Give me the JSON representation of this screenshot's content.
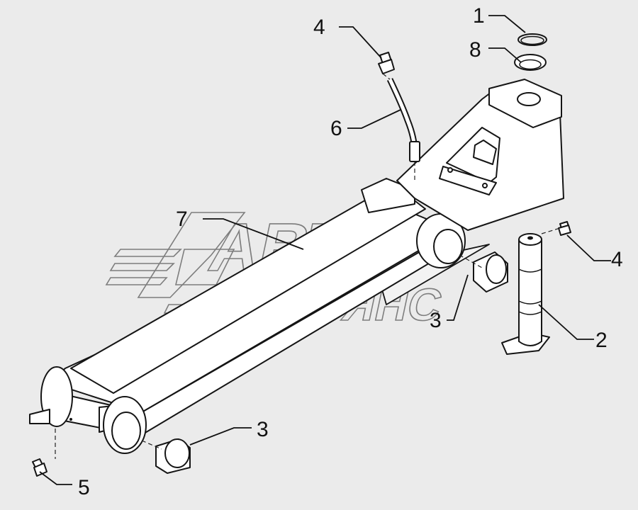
{
  "watermark": {
    "line1": "АВТО",
    "line2": "АЛЬЯНС"
  },
  "callouts": {
    "c1": "1",
    "c2": "2",
    "c3a": "3",
    "c3b": "3",
    "c4a": "4",
    "c4b": "4",
    "c5": "5",
    "c6": "6",
    "c7": "7",
    "c8": "8"
  },
  "colors": {
    "background": "#ebebeb",
    "line": "#151515",
    "watermark": "#7d7d7d"
  }
}
